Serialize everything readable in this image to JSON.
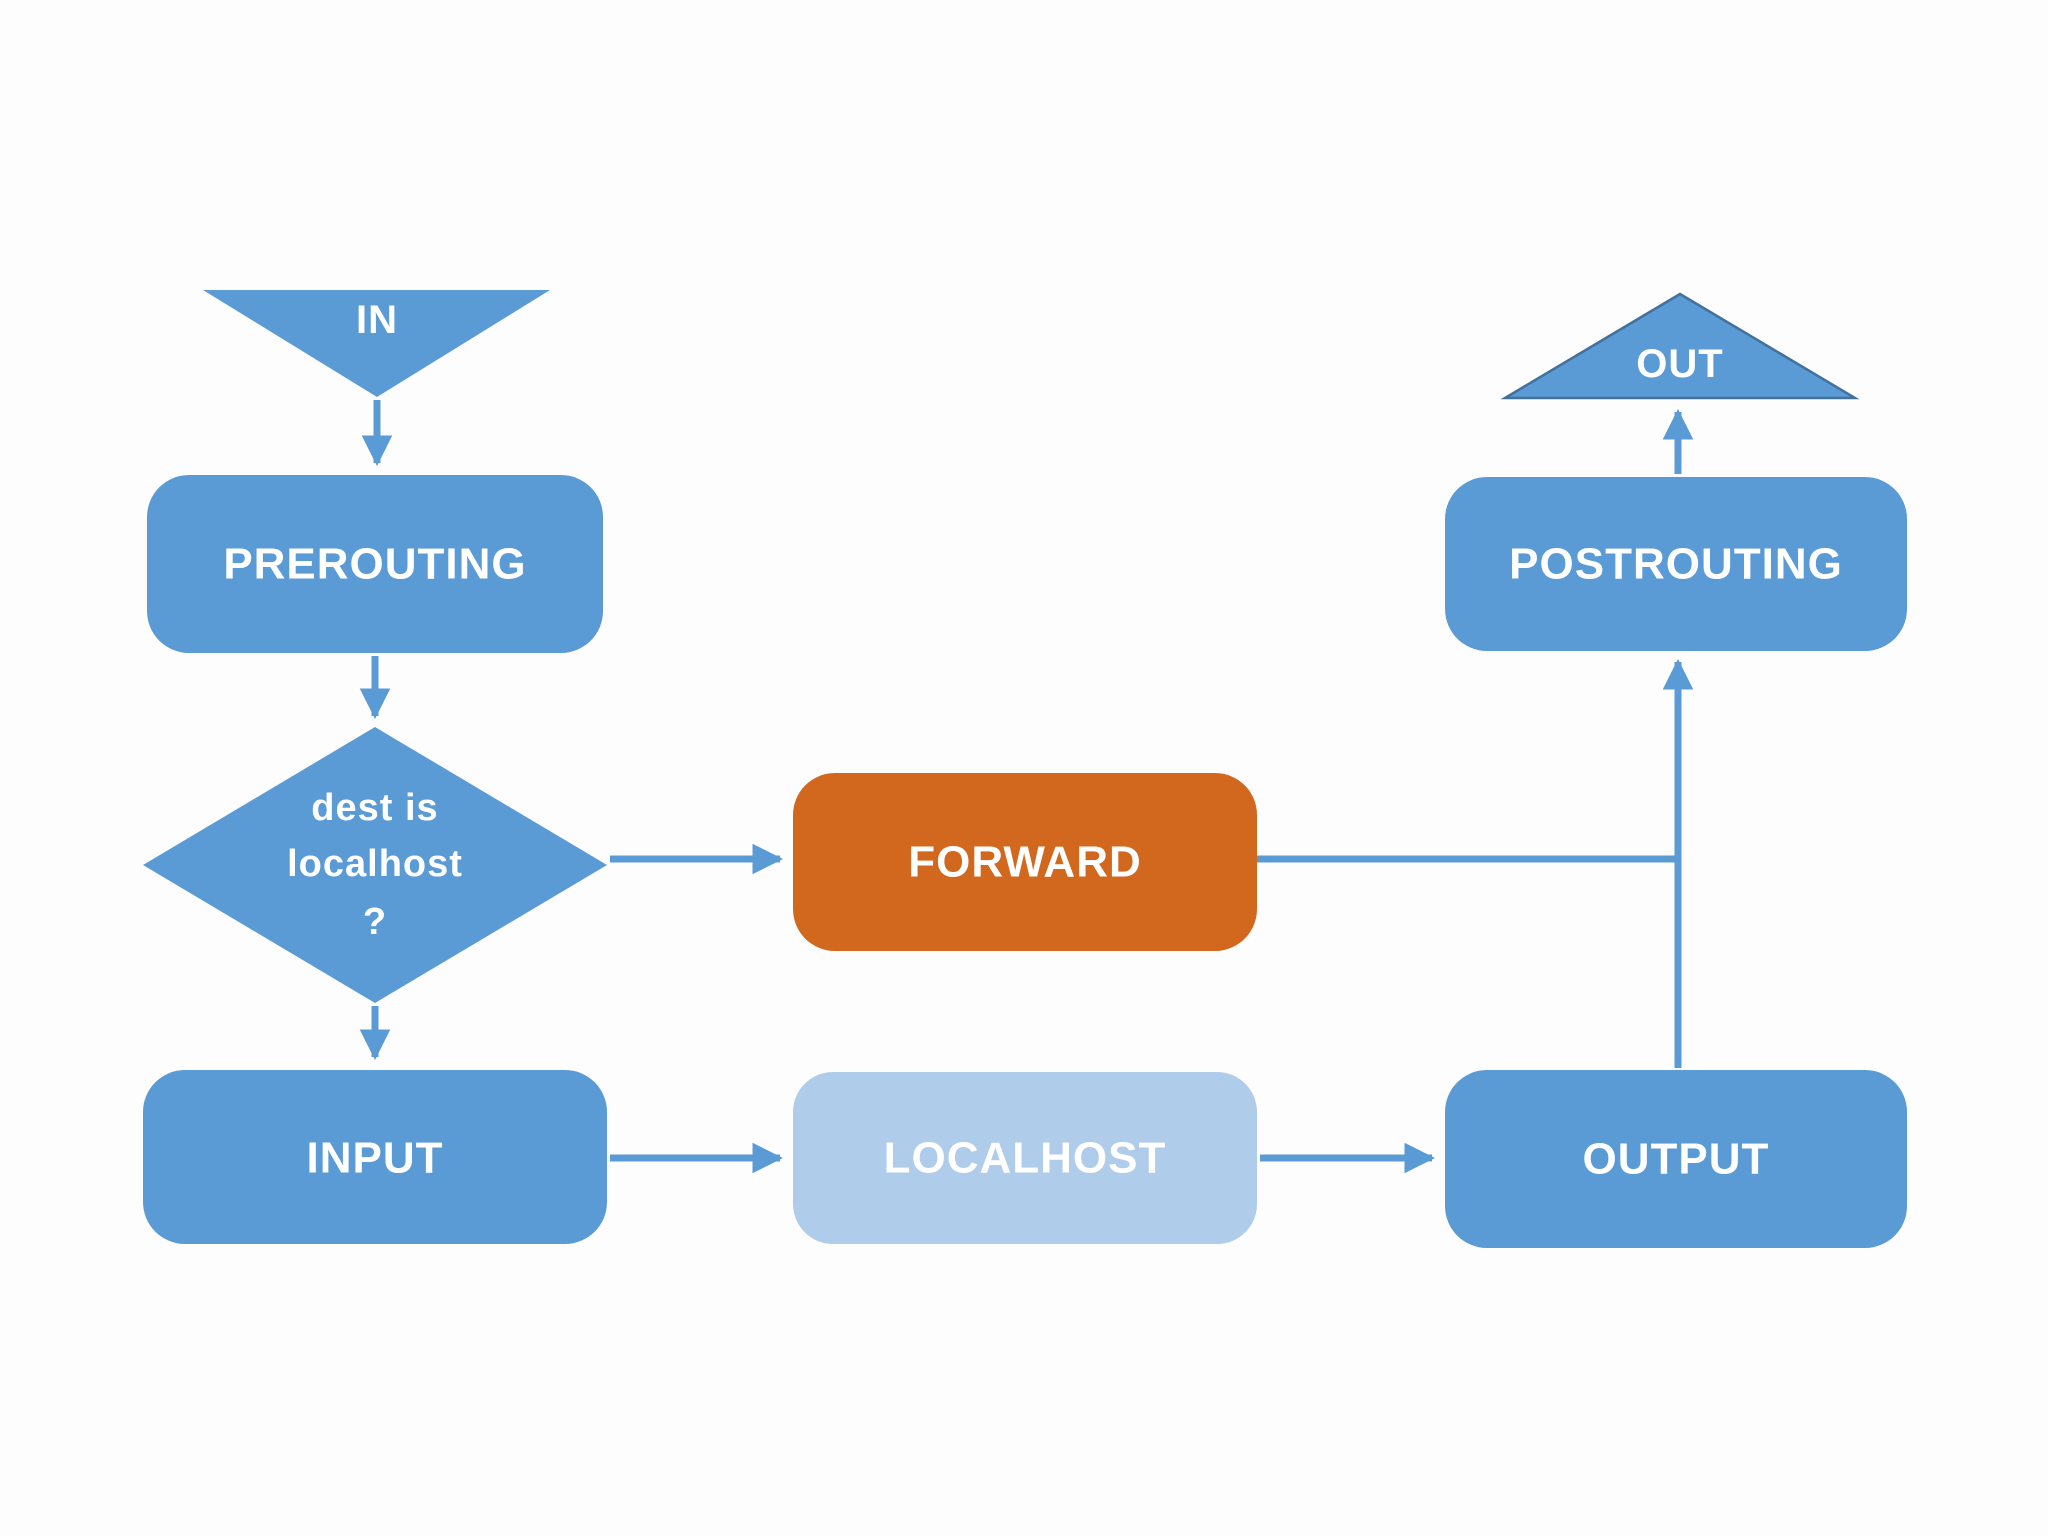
{
  "diagram": {
    "type": "flowchart",
    "description_visible": false
  },
  "colors": {
    "primary_blue": "#5B9BD5",
    "light_blue": "#AFCCEA",
    "orange": "#D2671E",
    "out_triangle_outline": "#41719C",
    "connector_blue": "#5B9BD5",
    "label_text": "#FFFFFF",
    "background": "#FDFDFD"
  },
  "nodes": {
    "in_terminal": {
      "label": "IN",
      "shape": "triangle-down"
    },
    "prerouting": {
      "label": "PREROUTING",
      "shape": "rounded-rect"
    },
    "decision": {
      "line1": "dest is",
      "line2": "localhost",
      "line3": "?",
      "shape": "diamond"
    },
    "forward": {
      "label": "FORWARD",
      "shape": "rounded-rect"
    },
    "input": {
      "label": "INPUT",
      "shape": "rounded-rect"
    },
    "localhost": {
      "label": "LOCALHOST",
      "shape": "rounded-rect"
    },
    "output": {
      "label": "OUTPUT",
      "shape": "rounded-rect"
    },
    "postrouting": {
      "label": "POSTROUTING",
      "shape": "rounded-rect"
    },
    "out_terminal": {
      "label": "OUT",
      "shape": "triangle-up"
    }
  },
  "edges": [
    {
      "from": "IN",
      "to": "PREROUTING",
      "arrow": true
    },
    {
      "from": "PREROUTING",
      "to": "dest is localhost ?",
      "arrow": true
    },
    {
      "from": "dest is localhost ?",
      "to": "FORWARD",
      "arrow": true
    },
    {
      "from": "dest is localhost ?",
      "to": "INPUT",
      "arrow": true
    },
    {
      "from": "INPUT",
      "to": "LOCALHOST",
      "arrow": true
    },
    {
      "from": "LOCALHOST",
      "to": "OUTPUT",
      "arrow": true
    },
    {
      "from": "FORWARD",
      "to": "POSTROUTING",
      "arrow": false,
      "note": "joins vertical OUTPUT-to-POSTROUTING connector"
    },
    {
      "from": "OUTPUT",
      "to": "POSTROUTING",
      "arrow": true
    },
    {
      "from": "POSTROUTING",
      "to": "OUT",
      "arrow": true
    }
  ]
}
